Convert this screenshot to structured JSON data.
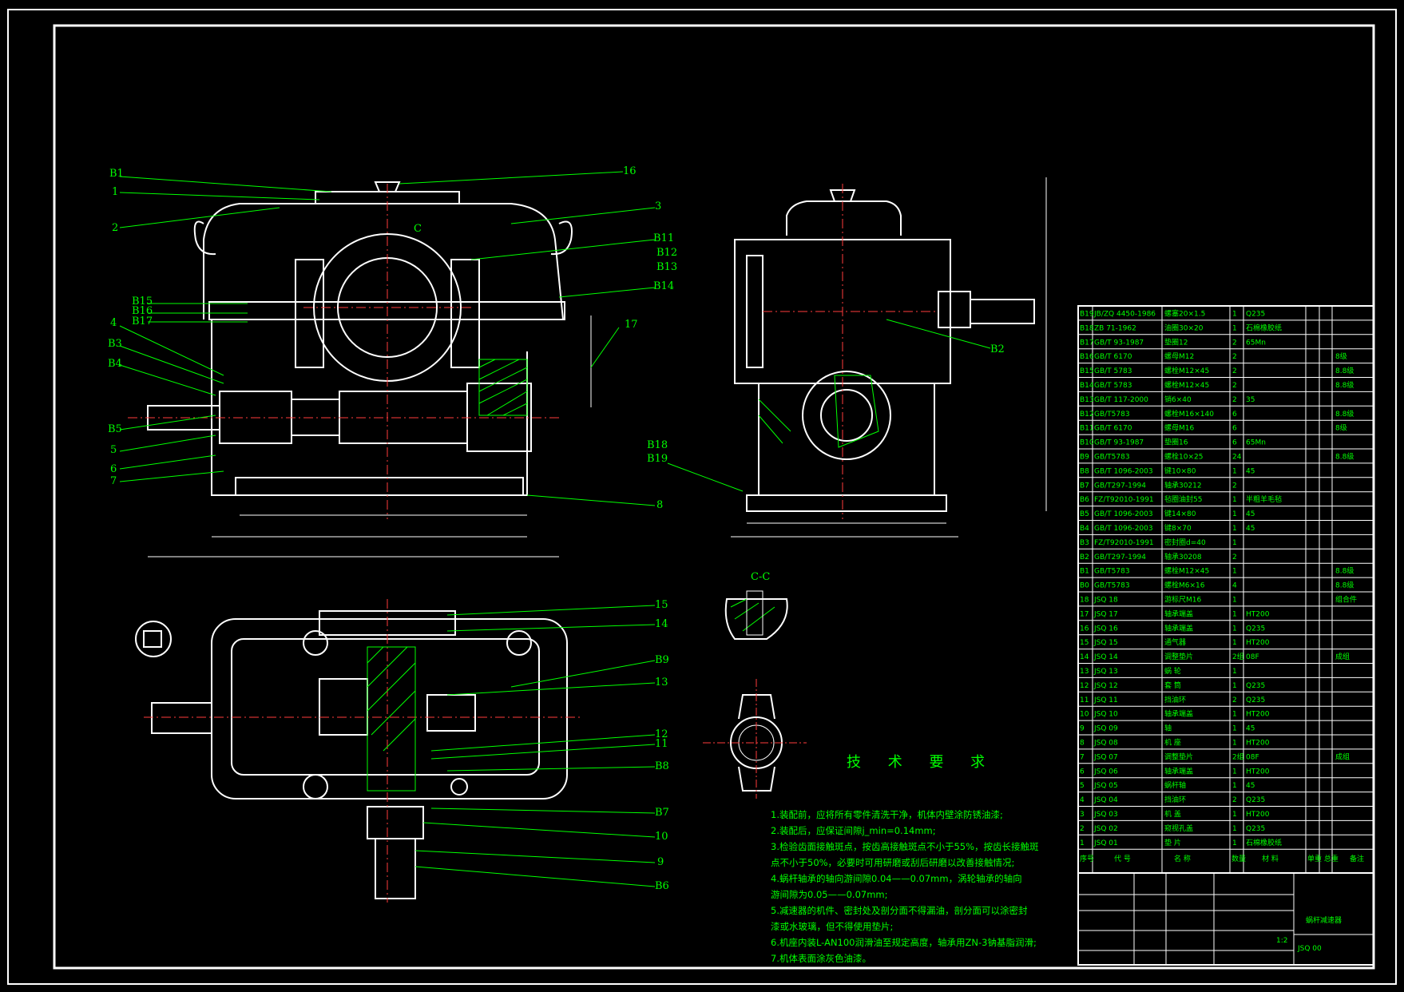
{
  "drawing": {
    "labels_front": [
      "B1",
      "1",
      "2",
      "B15",
      "B16",
      "B17",
      "4",
      "B3",
      "B4",
      "B5",
      "5",
      "6",
      "7",
      "16",
      "3",
      "B11",
      "B12",
      "B13",
      "B14",
      "17",
      "8"
    ],
    "labels_side": [
      "B2",
      "B18",
      "B19"
    ],
    "labels_plan": [
      "15",
      "14",
      "B9",
      "13",
      "12",
      "11",
      "B8",
      "B7",
      "10",
      "9",
      "B6"
    ],
    "section_label": "C-C",
    "section_mark": "C"
  },
  "tech": {
    "title": "技 术 要 求",
    "items": [
      "1.装配前，应将所有零件清洗干净，机体内壁涂防锈油漆;",
      "2.装配后，应保证间隙j_min=0.14mm;",
      "3.检验齿面接触斑点，按齿高接触斑点不小于55%，按齿长接触斑",
      "   点不小于50%，必要时可用研磨或刮后研磨以改善接触情况;",
      "4.蜗杆轴承的轴向游间隙0.04——0.07mm，涡轮轴承的轴向",
      "        游间隙为0.05——0.07mm;",
      "5.减速器的机件、密封处及剖分面不得漏油，剖分面可以涂密封",
      "   漆或水玻璃，但不得使用垫片;",
      "6.机座内装L-AN100润滑油至规定高度，轴承用ZN-3钠基脂润滑;",
      "7.机体表面涂灰色油漆。"
    ]
  },
  "bom": {
    "rows": [
      {
        "no": "B19",
        "code": "JB/ZQ 4450-1986",
        "name": "螺塞20×1.5",
        "qty": "1",
        "mat": "Q235",
        "note": ""
      },
      {
        "no": "B18",
        "code": "ZB 71-1962",
        "name": "油圈30×20",
        "qty": "1",
        "mat": "石棉橡胶纸",
        "note": ""
      },
      {
        "no": "B17",
        "code": "GB/T 93-1987",
        "name": "垫圈12",
        "qty": "2",
        "mat": "65Mn",
        "note": ""
      },
      {
        "no": "B16",
        "code": "GB/T 6170",
        "name": "螺母M12",
        "qty": "2",
        "mat": "",
        "note": "8级"
      },
      {
        "no": "B15",
        "code": "GB/T 5783",
        "name": "螺栓M12×45",
        "qty": "2",
        "mat": "",
        "note": "8.8级"
      },
      {
        "no": "B14",
        "code": "GB/T 5783",
        "name": "螺栓M12×45",
        "qty": "2",
        "mat": "",
        "note": "8.8级"
      },
      {
        "no": "B13",
        "code": "GB/T 117-2000",
        "name": "销6×40",
        "qty": "2",
        "mat": "35",
        "note": ""
      },
      {
        "no": "B12",
        "code": "GB/T5783",
        "name": "螺栓M16×140",
        "qty": "6",
        "mat": "",
        "note": "8.8级"
      },
      {
        "no": "B11",
        "code": "GB/T 6170",
        "name": "螺母M16",
        "qty": "6",
        "mat": "",
        "note": "8级"
      },
      {
        "no": "B10",
        "code": "GB/T 93-1987",
        "name": "垫圈16",
        "qty": "6",
        "mat": "65Mn",
        "note": ""
      },
      {
        "no": "B9",
        "code": "GB/T5783",
        "name": "螺栓10×25",
        "qty": "24",
        "mat": "",
        "note": "8.8级"
      },
      {
        "no": "B8",
        "code": "GB/T 1096-2003",
        "name": "键10×80",
        "qty": "1",
        "mat": "45",
        "note": ""
      },
      {
        "no": "B7",
        "code": "GB/T297-1994",
        "name": "轴承30212",
        "qty": "2",
        "mat": "",
        "note": ""
      },
      {
        "no": "B6",
        "code": "FZ/T92010-1991",
        "name": "毡圈油封55",
        "qty": "1",
        "mat": "半粗羊毛毡",
        "note": ""
      },
      {
        "no": "B5",
        "code": "GB/T 1096-2003",
        "name": "键14×80",
        "qty": "1",
        "mat": "45",
        "note": ""
      },
      {
        "no": "B4",
        "code": "GB/T 1096-2003",
        "name": "键8×70",
        "qty": "1",
        "mat": "45",
        "note": ""
      },
      {
        "no": "B3",
        "code": "FZ/T92010-1991",
        "name": "密封圈d=40",
        "qty": "1",
        "mat": "",
        "note": ""
      },
      {
        "no": "B2",
        "code": "GB/T297-1994",
        "name": "轴承30208",
        "qty": "2",
        "mat": "",
        "note": ""
      },
      {
        "no": "B1",
        "code": "GB/T5783",
        "name": "螺栓M12×45",
        "qty": "1",
        "mat": "",
        "note": "8.8级"
      },
      {
        "no": "B0",
        "code": "GB/T5783",
        "name": "螺栓M6×16",
        "qty": "4",
        "mat": "",
        "note": "8.8级"
      },
      {
        "no": "18",
        "code": "JSQ 18",
        "name": "游标尺M16",
        "qty": "1",
        "mat": "",
        "note": "组合件"
      },
      {
        "no": "17",
        "code": "JSQ 17",
        "name": "轴承端盖",
        "qty": "1",
        "mat": "HT200",
        "note": ""
      },
      {
        "no": "16",
        "code": "JSQ 16",
        "name": "轴承端盖",
        "qty": "1",
        "mat": "Q235",
        "note": ""
      },
      {
        "no": "15",
        "code": "JSQ 15",
        "name": "通气器",
        "qty": "1",
        "mat": "HT200",
        "note": ""
      },
      {
        "no": "14",
        "code": "JSQ 14",
        "name": "调整垫片",
        "qty": "2组",
        "mat": "08F",
        "note": "成组"
      },
      {
        "no": "13",
        "code": "JSQ 13",
        "name": "蜗 轮",
        "qty": "1",
        "mat": "",
        "note": ""
      },
      {
        "no": "12",
        "code": "JSQ 12",
        "name": "套 筒",
        "qty": "1",
        "mat": "Q235",
        "note": ""
      },
      {
        "no": "11",
        "code": "JSQ 11",
        "name": "挡油环",
        "qty": "2",
        "mat": "Q235",
        "note": ""
      },
      {
        "no": "10",
        "code": "JSQ 10",
        "name": "轴承端盖",
        "qty": "1",
        "mat": "HT200",
        "note": ""
      },
      {
        "no": "9",
        "code": "JSQ 09",
        "name": "轴",
        "qty": "1",
        "mat": "45",
        "note": ""
      },
      {
        "no": "8",
        "code": "JSQ 08",
        "name": "机 座",
        "qty": "1",
        "mat": "HT200",
        "note": ""
      },
      {
        "no": "7",
        "code": "JSQ 07",
        "name": "调整垫片",
        "qty": "2组",
        "mat": "08F",
        "note": "成组"
      },
      {
        "no": "6",
        "code": "JSQ 06",
        "name": "轴承端盖",
        "qty": "1",
        "mat": "HT200",
        "note": ""
      },
      {
        "no": "5",
        "code": "JSQ 05",
        "name": "蜗杆轴",
        "qty": "1",
        "mat": "45",
        "note": ""
      },
      {
        "no": "4",
        "code": "JSQ 04",
        "name": "挡油环",
        "qty": "2",
        "mat": "Q235",
        "note": ""
      },
      {
        "no": "3",
        "code": "JSQ 03",
        "name": "机 盖",
        "qty": "1",
        "mat": "HT200",
        "note": ""
      },
      {
        "no": "2",
        "code": "JSQ 02",
        "name": "窥视孔盖",
        "qty": "1",
        "mat": "Q235",
        "note": ""
      },
      {
        "no": "1",
        "code": "JSQ 01",
        "name": "垫 片",
        "qty": "1",
        "mat": "石棉橡胶纸",
        "note": ""
      }
    ],
    "header": {
      "no": "序号",
      "code": "代 号",
      "name": "名 称",
      "qty": "数量",
      "mat": "材 料",
      "weight": "单重 总重",
      "note": "备注"
    }
  },
  "titleblock": {
    "name": "蜗杆减速器",
    "code": "JSQ 00",
    "scale": "1:2"
  }
}
